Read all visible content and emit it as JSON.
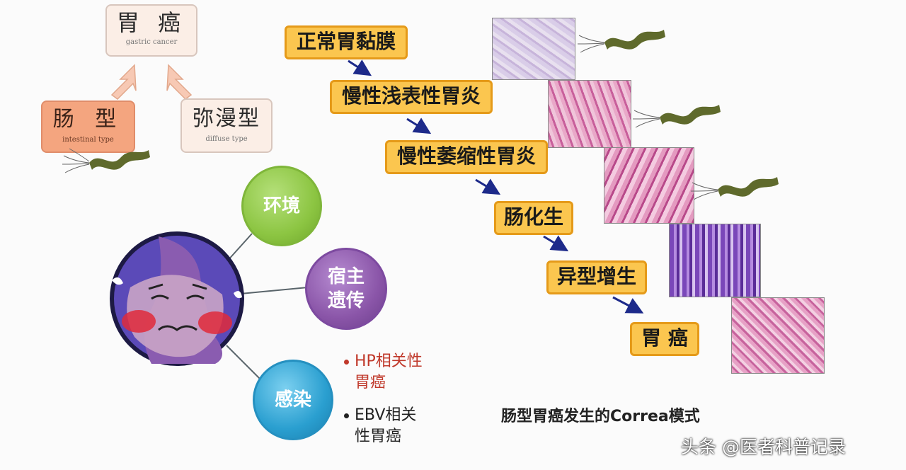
{
  "type_tree": {
    "root": {
      "cn": "胃 癌",
      "en": "gastric cancer"
    },
    "intestinal": {
      "cn": "肠 型",
      "en": "intestinal type"
    },
    "diffuse": {
      "cn": "弥漫型",
      "en": "diffuse type"
    }
  },
  "correa_steps": [
    "正常胃黏膜",
    "慢性浅表性胃炎",
    "慢性萎缩性胃炎",
    "肠化生",
    "异型增生",
    "胃 癌"
  ],
  "factors": {
    "environment": "环境",
    "host_line1": "宿主",
    "host_line2": "遗传",
    "infection": "感染"
  },
  "infection_types": [
    {
      "line1": "HP相关性",
      "line2": "胃癌",
      "color": "#c0392b"
    },
    {
      "line1": "EBV相关",
      "line2": "性胃癌",
      "color": "#222222"
    }
  ],
  "caption": "肠型胃癌发生的Correa模式",
  "watermark": "头条 @医者科普记录",
  "colors": {
    "step_fill": "#fbc64f",
    "step_border": "#e59a19",
    "environment": "#8cc542",
    "host": "#8a55a8",
    "infection": "#2a9fd0",
    "arrow": "#1d2a8a"
  }
}
